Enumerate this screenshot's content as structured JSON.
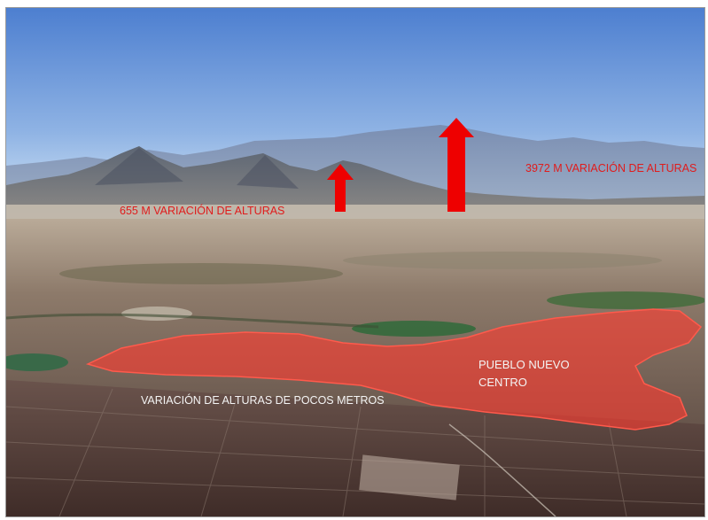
{
  "labels": {
    "left_height": "655 M VARIACIÓN DE ALTURAS",
    "right_height": "3972 M VARIACIÓN DE ALTURAS",
    "local_variation": "VARIACIÓN DE ALTURAS DE POCOS METROS",
    "town_line1": "PUEBLO NUEVO",
    "town_line2": "CENTRO"
  },
  "colors": {
    "label_red": "#e01c1c",
    "arrow_red": "#ee0000",
    "area_fill": "#ff3b30",
    "sky_top": "#4d7fd0",
    "sky_bottom": "#b5d0ee"
  },
  "icons": {
    "arrows": "up-arrow-icon"
  }
}
